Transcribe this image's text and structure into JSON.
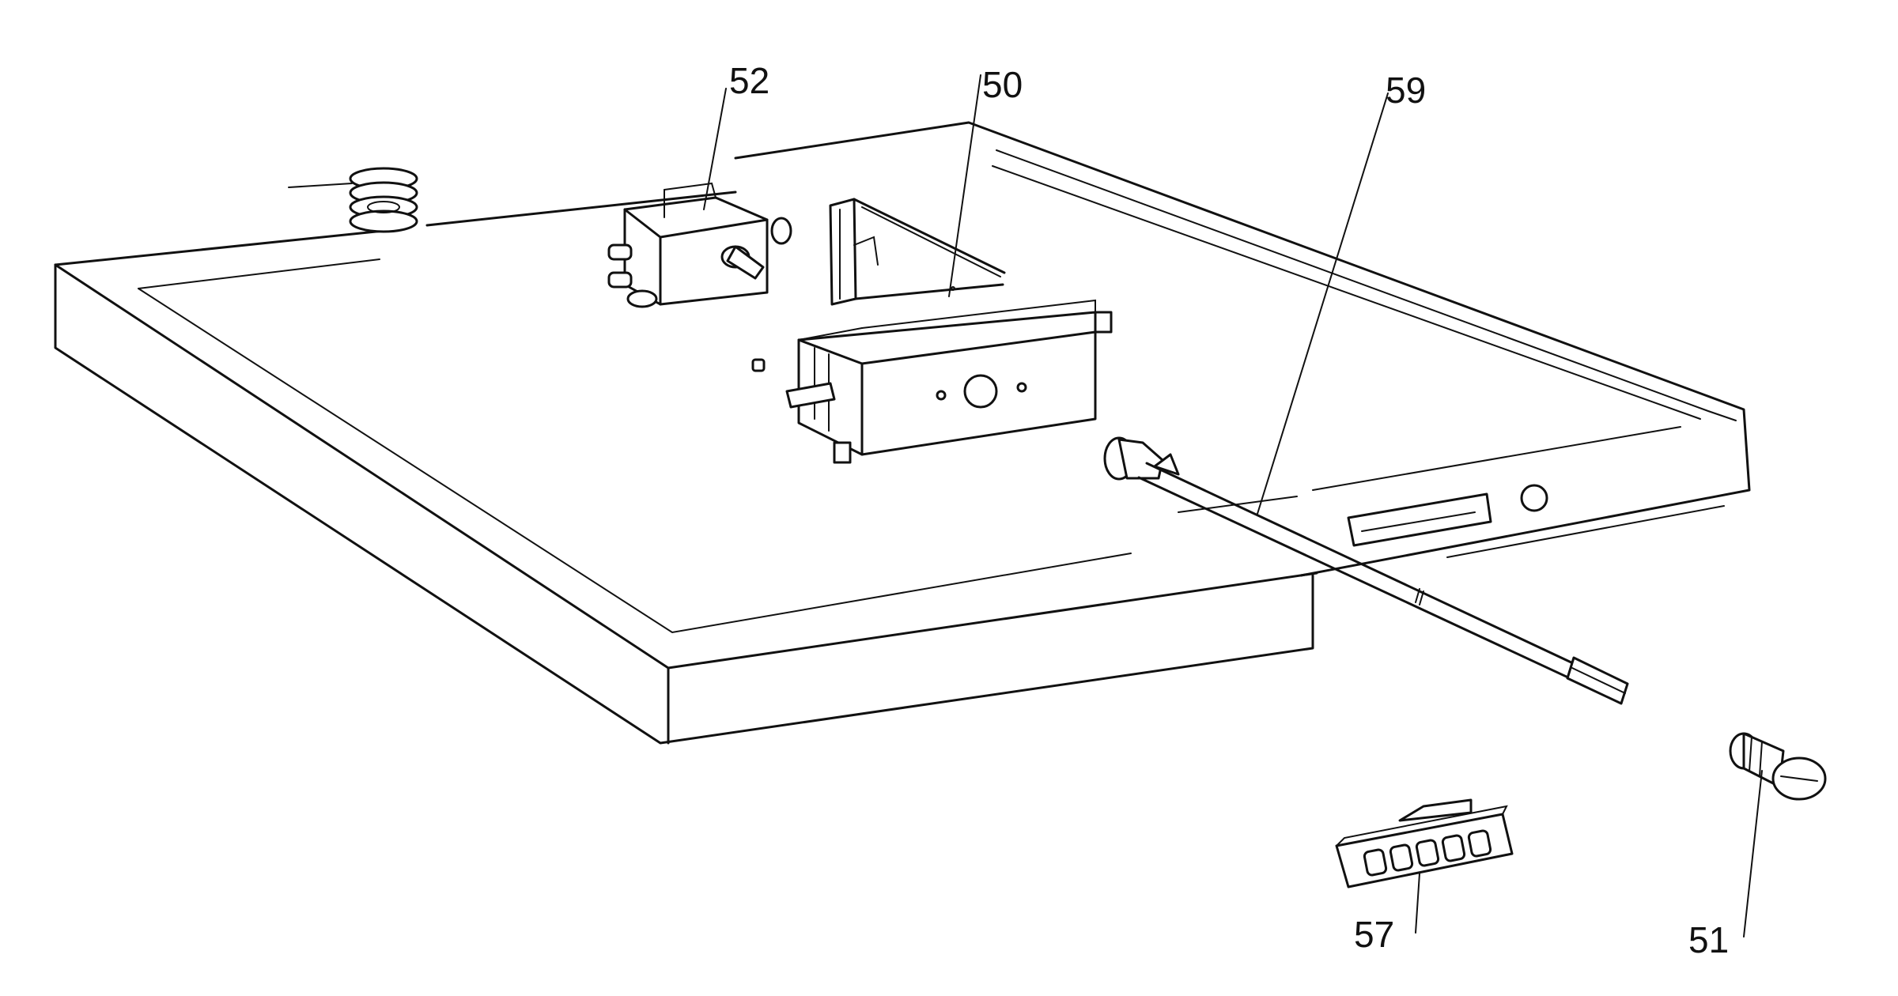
{
  "callouts": {
    "c52": "52",
    "c50": "50",
    "c59": "59",
    "c57": "57",
    "c51": "51"
  },
  "colors": {
    "line": "#111111",
    "background": "#ffffff"
  }
}
